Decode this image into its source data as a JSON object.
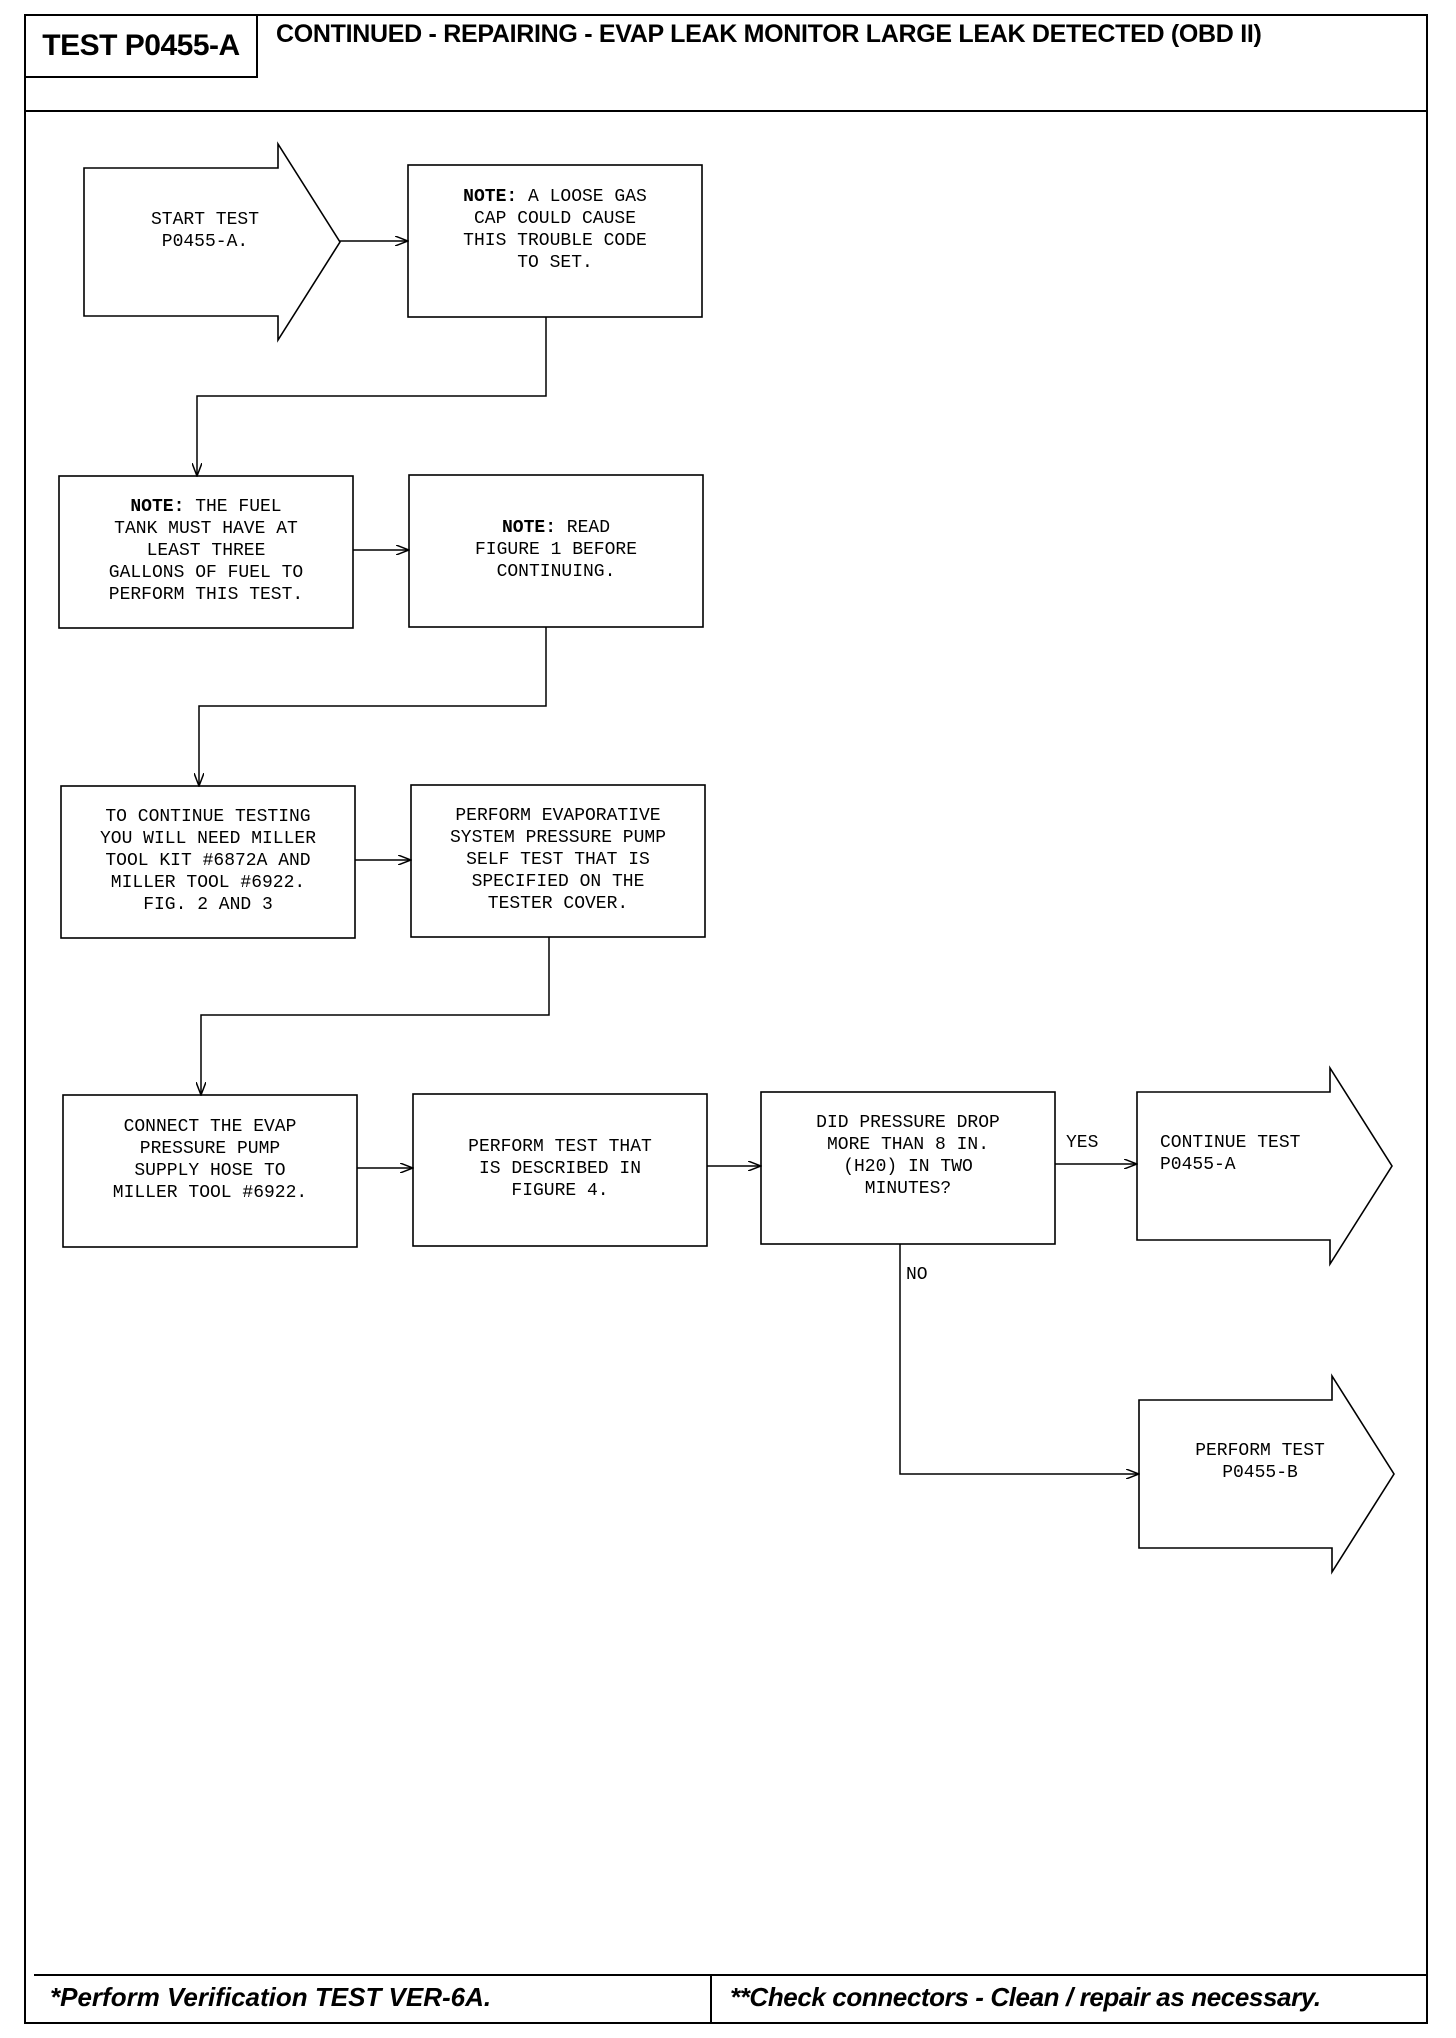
{
  "header": {
    "test_id": "TEST P0455-A",
    "title": "CONTINUED - REPAIRING - EVAP LEAK MONITOR LARGE LEAK DETECTED (OBD II)"
  },
  "flow": {
    "start": "START TEST\nP0455-A.",
    "note1_label": "NOTE:",
    "note1_text": " A LOOSE GAS\nCAP COULD CAUSE\nTHIS TROUBLE CODE\nTO SET.",
    "note2_label": "NOTE:",
    "note2_text": " THE FUEL\nTANK MUST HAVE AT\nLEAST THREE\nGALLONS OF FUEL TO\nPERFORM THIS TEST.",
    "note3_label": "NOTE:",
    "note3_text": " READ\nFIGURE 1 BEFORE\nCONTINUING.",
    "tools": "TO CONTINUE TESTING\nYOU WILL NEED MILLER\nTOOL KIT #6872A AND\nMILLER TOOL #6922.\nFIG. 2 AND 3",
    "self_test": "PERFORM EVAPORATIVE\nSYSTEM PRESSURE PUMP\nSELF TEST THAT IS\nSPECIFIED ON THE\nTESTER COVER.",
    "connect": "CONNECT THE EVAP\nPRESSURE PUMP\nSUPPLY HOSE TO\nMILLER TOOL #6922.",
    "perform_fig4": "PERFORM TEST THAT\nIS DESCRIBED IN\nFIGURE 4.",
    "decision": "DID PRESSURE DROP\nMORE THAN 8 IN.\n(H20) IN TWO\nMINUTES?",
    "yes_label": "YES",
    "no_label": "NO",
    "continue": "CONTINUE TEST\nP0455-A",
    "perform_b": "PERFORM TEST\nP0455-B"
  },
  "footer": {
    "left": "*Perform Verification TEST VER-6A.",
    "right": "**Check connectors - Clean / repair as necessary."
  }
}
